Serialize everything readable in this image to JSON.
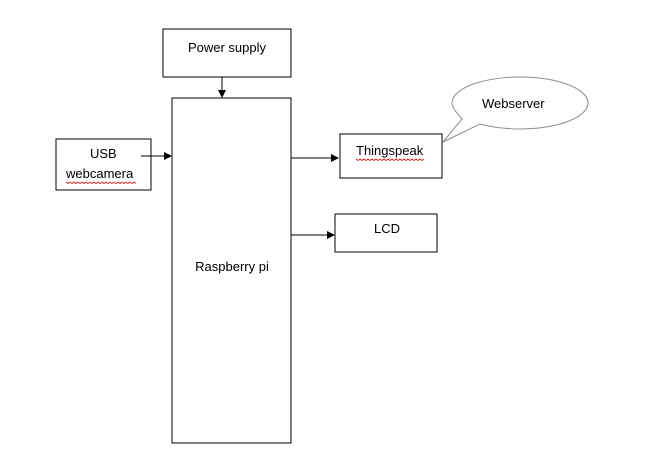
{
  "diagram": {
    "blocks": {
      "power_supply": "Power supply",
      "raspberry_pi": "Raspberry pi",
      "usb_webcam_line1": "USB",
      "usb_webcam_line2": "webcamera",
      "thingspeak": "Thingspeak",
      "lcd": "LCD",
      "webserver": "Webserver"
    },
    "colors": {
      "stroke": "#000000",
      "spellcheck_underline": "#e02020",
      "callout_border": "#8c8c8c"
    }
  }
}
